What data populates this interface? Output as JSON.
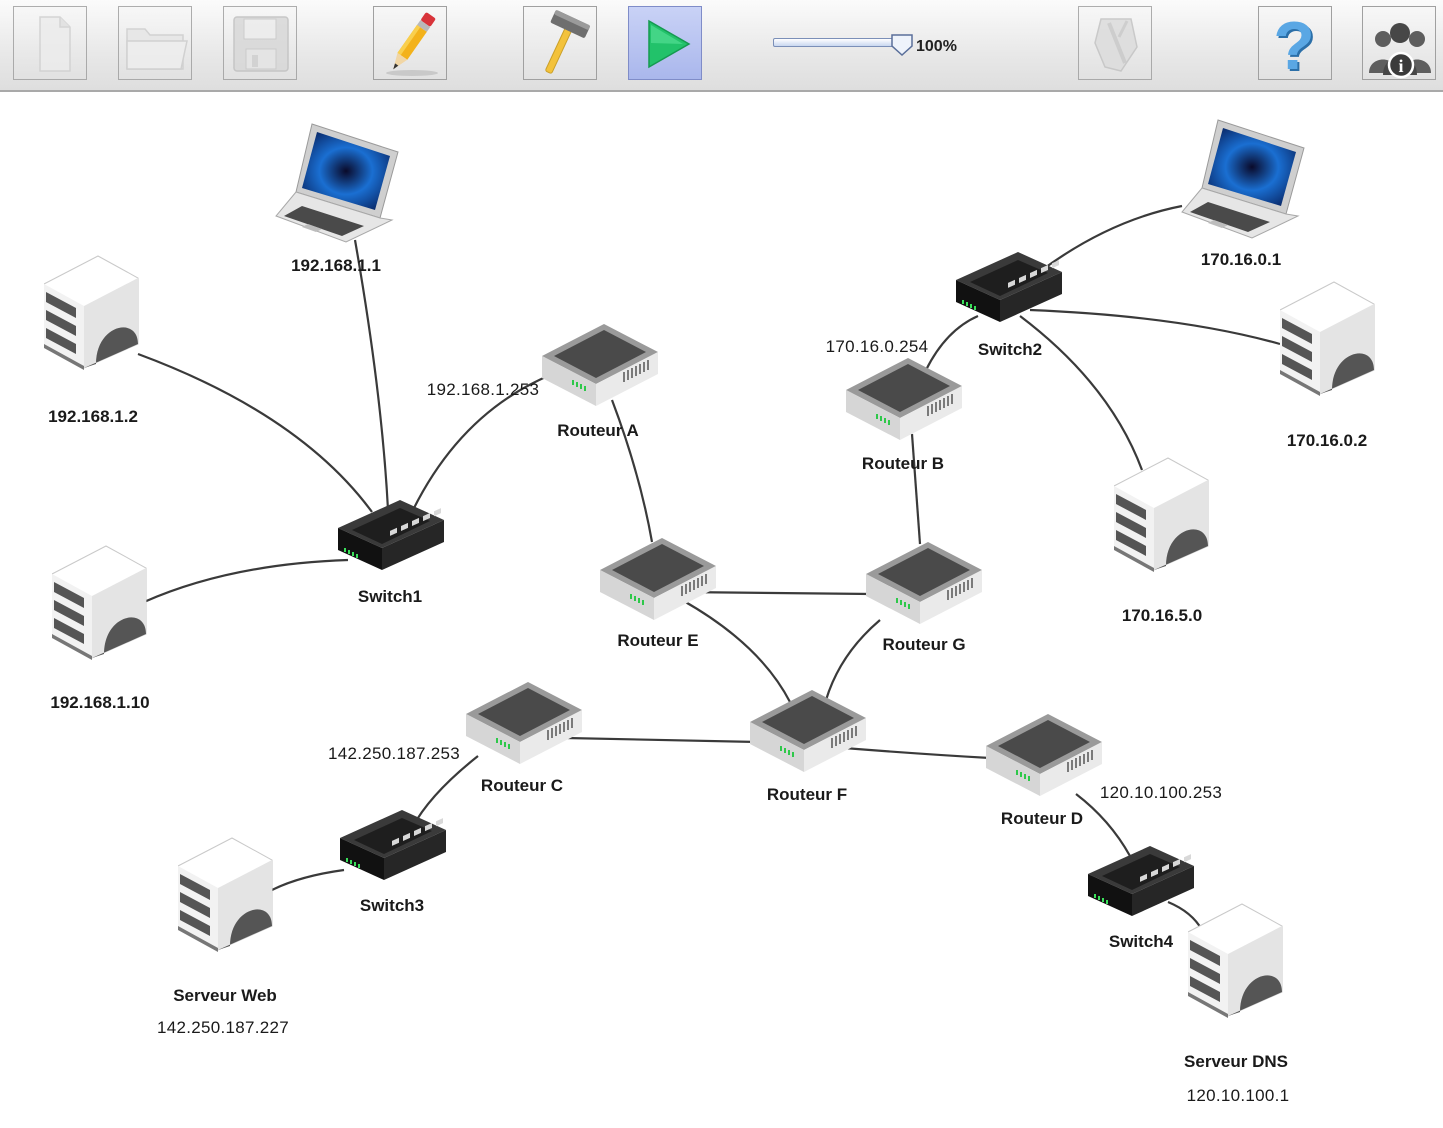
{
  "toolbar": {
    "buttons": [
      {
        "name": "new-file",
        "icon": "new-document-icon",
        "state": "disabled"
      },
      {
        "name": "open-folder",
        "icon": "folder-icon",
        "state": "disabled"
      },
      {
        "name": "save",
        "icon": "floppy-disk-icon",
        "state": "disabled"
      },
      {
        "name": "edit-mode",
        "icon": "pencil-icon",
        "state": "enabled"
      },
      {
        "name": "build-mode",
        "icon": "hammer-icon",
        "state": "enabled"
      },
      {
        "name": "simulation-mode",
        "icon": "play-icon",
        "state": "active"
      },
      {
        "name": "network-tool",
        "icon": "network-tool-icon",
        "state": "disabled"
      },
      {
        "name": "help",
        "icon": "question-mark-icon",
        "state": "enabled"
      },
      {
        "name": "about",
        "icon": "users-info-icon",
        "state": "enabled"
      }
    ],
    "zoom": {
      "value": 100,
      "label": "100%"
    }
  },
  "nodes": {
    "laptop1": {
      "label": "192.168.1.1",
      "type": "laptop"
    },
    "server_12": {
      "label": "192.168.1.2",
      "type": "server"
    },
    "server_110": {
      "label": "192.168.1.10",
      "type": "server"
    },
    "switch1": {
      "label": "Switch1",
      "type": "switch"
    },
    "routeur_a": {
      "label": "Routeur A",
      "type": "router",
      "ip": "192.168.1.253"
    },
    "routeur_b": {
      "label": "Routeur B",
      "type": "router",
      "ip": "170.16.0.254"
    },
    "switch2": {
      "label": "Switch2",
      "type": "switch"
    },
    "laptop2": {
      "label": "170.16.0.1",
      "type": "laptop"
    },
    "server_1602": {
      "label": "170.16.0.2",
      "type": "server"
    },
    "server_1650": {
      "label": "170.16.5.0",
      "type": "server"
    },
    "routeur_e": {
      "label": "Routeur E",
      "type": "router"
    },
    "routeur_g": {
      "label": "Routeur G",
      "type": "router"
    },
    "routeur_f": {
      "label": "Routeur F",
      "type": "router"
    },
    "routeur_c": {
      "label": "Routeur C",
      "type": "router",
      "ip": "142.250.187.253"
    },
    "routeur_d": {
      "label": "Routeur D",
      "type": "router",
      "ip": "120.10.100.253"
    },
    "switch3": {
      "label": "Switch3",
      "type": "switch"
    },
    "switch4": {
      "label": "Switch4",
      "type": "switch"
    },
    "serveur_web": {
      "label": "Serveur Web",
      "type": "server",
      "ip": "142.250.187.227"
    },
    "serveur_dns": {
      "label": "Serveur DNS",
      "type": "server",
      "ip": "120.10.100.1"
    }
  },
  "links": [
    [
      "laptop1",
      "switch1"
    ],
    [
      "server_12",
      "switch1"
    ],
    [
      "server_110",
      "switch1"
    ],
    [
      "switch1",
      "routeur_a"
    ],
    [
      "routeur_a",
      "routeur_e"
    ],
    [
      "routeur_e",
      "routeur_g"
    ],
    [
      "routeur_e",
      "routeur_f"
    ],
    [
      "routeur_g",
      "routeur_f"
    ],
    [
      "routeur_g",
      "routeur_b"
    ],
    [
      "routeur_b",
      "switch2"
    ],
    [
      "switch2",
      "laptop2"
    ],
    [
      "switch2",
      "server_1602"
    ],
    [
      "switch2",
      "server_1650"
    ],
    [
      "routeur_f",
      "routeur_c"
    ],
    [
      "routeur_f",
      "routeur_d"
    ],
    [
      "routeur_c",
      "switch3"
    ],
    [
      "switch3",
      "serveur_web"
    ],
    [
      "routeur_d",
      "switch4"
    ],
    [
      "switch4",
      "serveur_dns"
    ]
  ],
  "colors": {
    "link": "#3a3a3a",
    "accent_play": "#22c26a",
    "active_button": "#b3bff0"
  }
}
